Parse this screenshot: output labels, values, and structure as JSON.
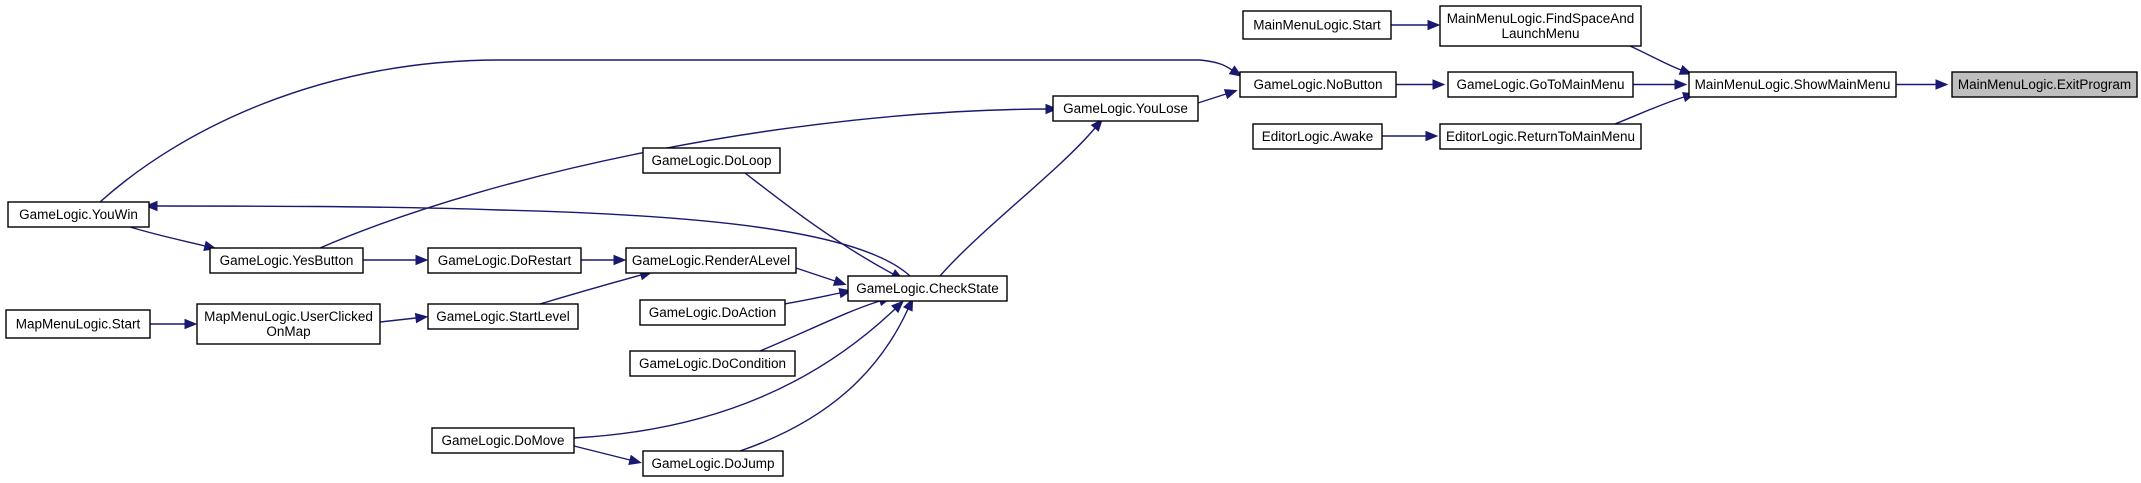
{
  "diagram": {
    "type": "call-graph",
    "colors": {
      "edge": "#191970",
      "node_border": "#000000",
      "node_fill": "#ffffff",
      "root_fill": "#bfbfbf"
    },
    "nodes": [
      {
        "id": "exit",
        "label": [
          "MainMenuLogic.ExitProgram"
        ],
        "highlight": true
      },
      {
        "id": "showmain",
        "label": [
          "MainMenuLogic.ShowMainMenu"
        ]
      },
      {
        "id": "findspace",
        "label": [
          "MainMenuLogic.FindSpaceAnd",
          "LaunchMenu"
        ]
      },
      {
        "id": "gotomain",
        "label": [
          "GameLogic.GoToMainMenu"
        ]
      },
      {
        "id": "returnmain",
        "label": [
          "EditorLogic.ReturnToMainMenu"
        ]
      },
      {
        "id": "mmstart",
        "label": [
          "MainMenuLogic.Start"
        ]
      },
      {
        "id": "nobutton",
        "label": [
          "GameLogic.NoButton"
        ]
      },
      {
        "id": "awake",
        "label": [
          "EditorLogic.Awake"
        ]
      },
      {
        "id": "youlose",
        "label": [
          "GameLogic.YouLose"
        ]
      },
      {
        "id": "youwin",
        "label": [
          "GameLogic.YouWin"
        ]
      },
      {
        "id": "checkstate",
        "label": [
          "GameLogic.CheckState"
        ]
      },
      {
        "id": "yesbutton",
        "label": [
          "GameLogic.YesButton"
        ]
      },
      {
        "id": "doloop",
        "label": [
          "GameLogic.DoLoop"
        ]
      },
      {
        "id": "renderlevel",
        "label": [
          "GameLogic.RenderALevel"
        ]
      },
      {
        "id": "doaction",
        "label": [
          "GameLogic.DoAction"
        ]
      },
      {
        "id": "docondition",
        "label": [
          "GameLogic.DoCondition"
        ]
      },
      {
        "id": "domove",
        "label": [
          "GameLogic.DoMove"
        ]
      },
      {
        "id": "dojump",
        "label": [
          "GameLogic.DoJump"
        ]
      },
      {
        "id": "dorestart",
        "label": [
          "GameLogic.DoRestart"
        ]
      },
      {
        "id": "startlevel",
        "label": [
          "GameLogic.StartLevel"
        ]
      },
      {
        "id": "userclicked",
        "label": [
          "MapMenuLogic.UserClicked",
          "OnMap"
        ]
      },
      {
        "id": "mapstart",
        "label": [
          "MapMenuLogic.Start"
        ]
      }
    ],
    "edges": [
      {
        "from": "showmain",
        "to": "exit"
      },
      {
        "from": "findspace",
        "to": "showmain"
      },
      {
        "from": "gotomain",
        "to": "showmain"
      },
      {
        "from": "returnmain",
        "to": "showmain"
      },
      {
        "from": "mmstart",
        "to": "findspace"
      },
      {
        "from": "nobutton",
        "to": "gotomain"
      },
      {
        "from": "awake",
        "to": "returnmain"
      },
      {
        "from": "youlose",
        "to": "nobutton"
      },
      {
        "from": "youwin",
        "to": "nobutton"
      },
      {
        "from": "checkstate",
        "to": "youlose"
      },
      {
        "from": "yesbutton",
        "to": "youlose"
      },
      {
        "from": "checkstate",
        "to": "youwin"
      },
      {
        "from": "youwin",
        "to": "yesbutton"
      },
      {
        "from": "yesbutton",
        "to": "dorestart"
      },
      {
        "from": "dorestart",
        "to": "renderlevel"
      },
      {
        "from": "startlevel",
        "to": "renderlevel"
      },
      {
        "from": "renderlevel",
        "to": "checkstate"
      },
      {
        "from": "doloop",
        "to": "checkstate"
      },
      {
        "from": "doaction",
        "to": "checkstate"
      },
      {
        "from": "docondition",
        "to": "checkstate"
      },
      {
        "from": "domove",
        "to": "checkstate"
      },
      {
        "from": "dojump",
        "to": "checkstate"
      },
      {
        "from": "domove",
        "to": "dojump"
      },
      {
        "from": "userclicked",
        "to": "startlevel"
      },
      {
        "from": "mapstart",
        "to": "userclicked"
      }
    ]
  }
}
